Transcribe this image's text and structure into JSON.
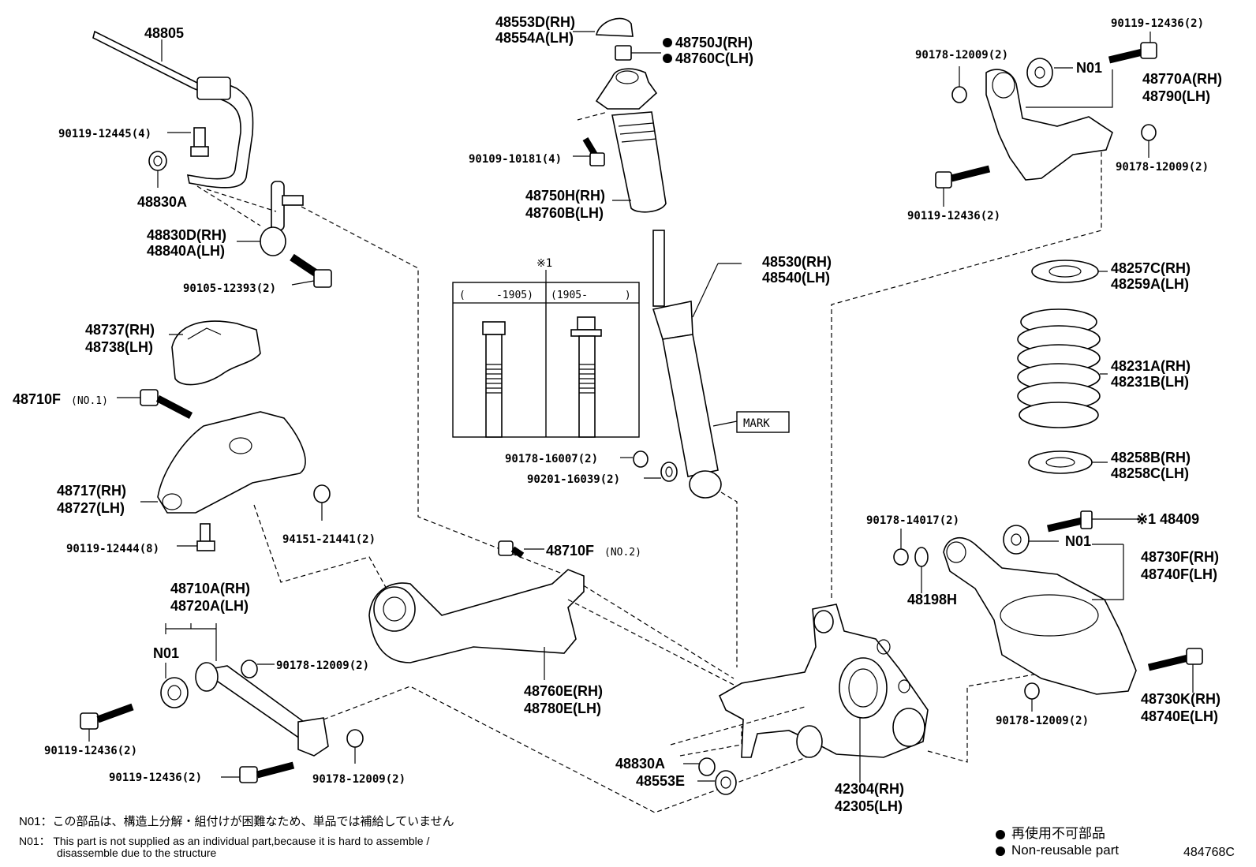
{
  "labels": {
    "p48805": "48805",
    "p90119_12445": "90119-12445(4)",
    "p48830A_top": "48830A",
    "p48830D": "48830D(RH)",
    "p48840A": "48840A(LH)",
    "p90105_12393": "90105-12393(2)",
    "p48737": "48737(RH)",
    "p48738": "48738(LH)",
    "p48710F_no1": "48710F",
    "p48710F_no1_sub": "(NO.1)",
    "p48717": "48717(RH)",
    "p48727": "48727(LH)",
    "p94151_21441": "94151-21441(2)",
    "p90119_12444": "90119-12444(8)",
    "p48710A": "48710A(RH)",
    "p48720A": "48720A(LH)",
    "n01_left": "N01",
    "p90178_12009_mid": "90178-12009(2)",
    "p90119_12436_l1": "90119-12436(2)",
    "p90119_12436_l2": "90119-12436(2)",
    "p90178_12009_bot": "90178-12009(2)",
    "p48553D": "48553D(RH)",
    "p48554A": "48554A(LH)",
    "p48750J": "48750J(RH)",
    "p48760C": "48760C(LH)",
    "p90109_10181": "90109-10181(4)",
    "p48750H": "48750H(RH)",
    "p48760B": "48760B(LH)",
    "ref_mark": "※1",
    "ref_col1": "(     -1905)",
    "ref_col2": "(1905-      )",
    "p90178_16007": "90178-16007(2)",
    "p90201_16039": "90201-16039(2)",
    "p48710F_no2": "48710F",
    "p48710F_no2_sub": "(NO.2)",
    "p48760E": "48760E(RH)",
    "p48780E": "48780E(LH)",
    "p48530": "48530(RH)",
    "p48540": "48540(LH)",
    "mark": "MARK",
    "p48830A_bot": "48830A",
    "p48553E": "48553E",
    "p42304": "42304(RH)",
    "p42305": "42305(LH)",
    "p90119_12436_tr": "90119-12436(2)",
    "p90178_12009_tr": "90178-12009(2)",
    "n01_tr": "N01",
    "p48770A": "48770A(RH)",
    "p48790": "48790(LH)",
    "p90178_12009_tr2": "90178-12009(2)",
    "p90119_12436_tr2": "90119-12436(2)",
    "p48257C": "48257C(RH)",
    "p48259A": "48259A(LH)",
    "p48231A": "48231A(RH)",
    "p48231B": "48231B(LH)",
    "p48258B": "48258B(RH)",
    "p48258C": "48258C(LH)",
    "p90178_14017": "90178-14017(2)",
    "p48409": "※1 48409",
    "n01_br": "N01",
    "p48198H": "48198H",
    "p48730F": "48730F(RH)",
    "p48740F": "48740F(LH)",
    "p48730K": "48730K(RH)",
    "p48740E": "48740E(LH)",
    "p90178_12009_br": "90178-12009(2)"
  },
  "notes": {
    "n01_jp": "N01：この部品は、構造上分解・組付けが困難なため、単品では補給していません",
    "n01_en_line1": "N01： This part is not supplied as an individual part,because it is hard to assemble /",
    "n01_en_line2": "disassemble due to the structure"
  },
  "legend": {
    "jp": "再使用不可部品",
    "en": "Non-reusable part"
  },
  "figure_id": "484768C"
}
